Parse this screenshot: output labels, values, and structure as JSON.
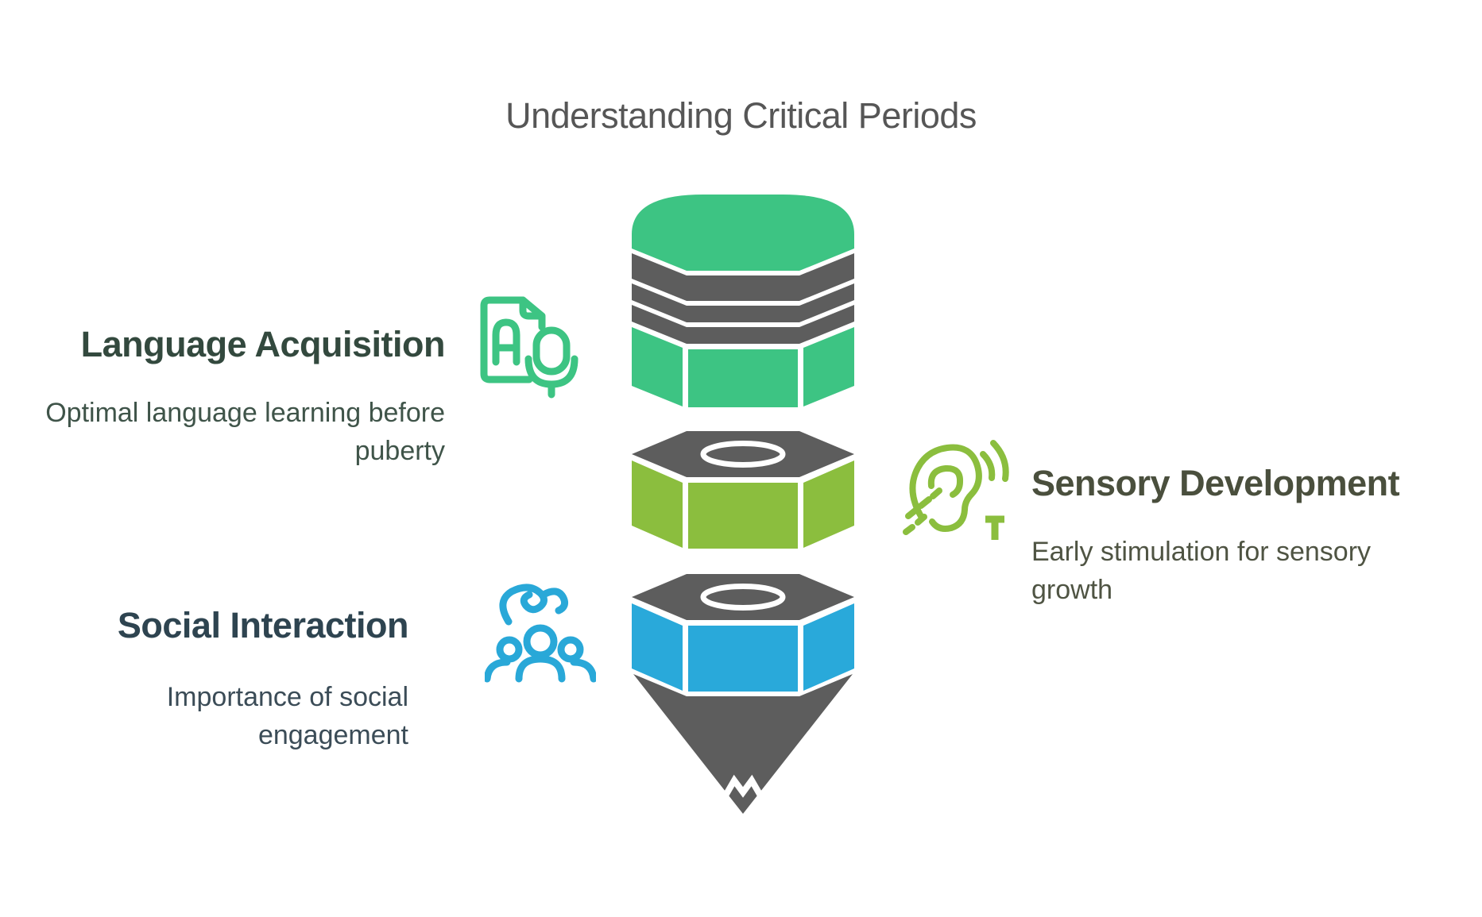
{
  "title": {
    "text": "Understanding Critical Periods",
    "color": "#565656"
  },
  "sections": [
    {
      "heading": "Language Acquisition",
      "description": "Optimal language learning before puberty",
      "icon": "document-letter-mic-icon",
      "accent": "#3dc483",
      "heading_color": "#33493e",
      "description_color": "#3f5449"
    },
    {
      "heading": "Sensory Development",
      "description": "Early stimulation for sensory growth",
      "icon": "ear-hearing-icon",
      "accent": "#8bbe3e",
      "heading_color": "#4a4f3d",
      "description_color": "#4f5443"
    },
    {
      "heading": "Social Interaction",
      "description": "Importance of social engagement",
      "icon": "hand-over-people-icon",
      "accent": "#29a8d8",
      "heading_color": "#2e4450",
      "description_color": "#3b4c57"
    }
  ],
  "funnel": {
    "eraser_color": "#3dc483",
    "ferrule_color": "#5d5d5d",
    "segment_language_color": "#3dc483",
    "segment_sensory_color": "#8bbe3e",
    "segment_social_color": "#29a9da",
    "top_face_color": "#5d5d5d",
    "tip_color": "#5d5d5d",
    "separator_color": "#ffffff"
  }
}
